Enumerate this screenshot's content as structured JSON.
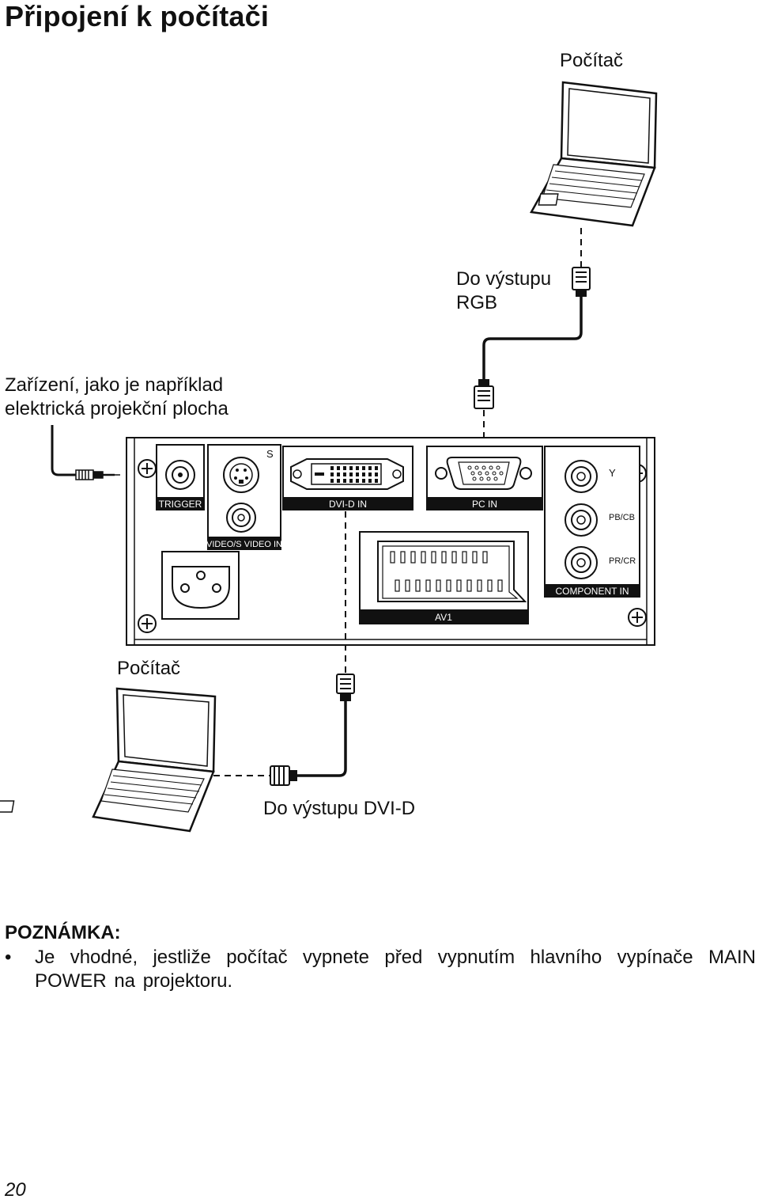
{
  "page": {
    "title": "Připojení k počítači",
    "page_number": "20"
  },
  "labels": {
    "computer_top": "Počítač",
    "rgb_output_line1": "Do výstupu",
    "rgb_output_line2": "RGB",
    "device_line1": "Zařízení, jako je například",
    "device_line2": "elektrická projekční plocha",
    "computer_bottom": "Počítač",
    "dvi_output": "Do výstupu DVI-D"
  },
  "panel": {
    "trigger": "TRIGGER",
    "s_label": "S",
    "video_in": "VIDEO/S VIDEO IN",
    "dvi_in": "DVI-D IN",
    "pc_in": "PC IN",
    "y_label": "Y",
    "pb_label": "PB/CB",
    "pr_label": "PR/CR",
    "component_in": "COMPONENT IN",
    "av1": "AV1"
  },
  "note": {
    "heading": "POZNÁMKA:",
    "bullet": "•",
    "text": "Je vhodné, jestliže počítač vypnete před vypnutím hlavního vypínače MAIN POWER na projektoru."
  },
  "icons": [
    "laptop-icon",
    "vga-connector-icon",
    "dvi-connector-icon",
    "audio-jack-icon",
    "screw-icon",
    "power-socket-icon",
    "scart-connector-icon",
    "rca-jack-icon",
    "s-video-jack-icon"
  ]
}
